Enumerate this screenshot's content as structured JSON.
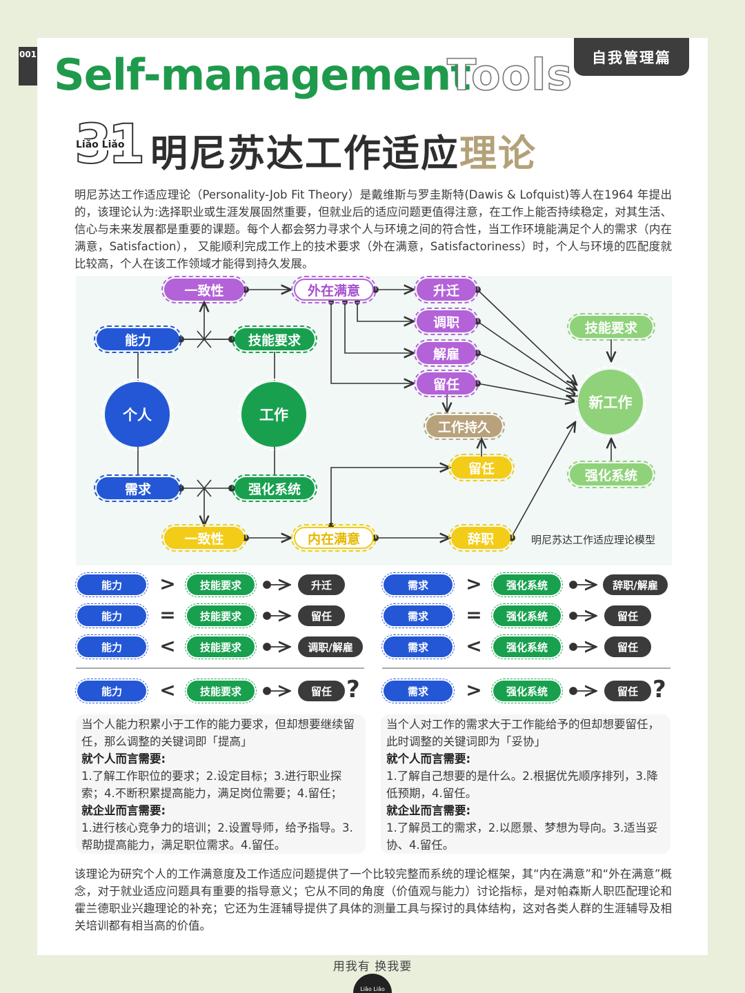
{
  "page_number": "001",
  "category": "自我管理篇",
  "title_main": "Self-management",
  "title_accent": "Tools",
  "number_big": "31",
  "brand": "Liǎo Liǎo",
  "heading_main": "明尼苏达工作适应",
  "heading_accent": "理论",
  "intro": "明尼苏达工作适应理论（Personality-Job Fit Theory）是戴维斯与罗圭斯特(Dawis & Lofquist)等人在1964 年提出的，该理论认为:选择职业或生涯发展固然重要，但就业后的适应问题更值得注意，在工作上能否持续稳定，对其生活、信心与未来发展都是重要的课题。每个人都会努力寻求个人与环境之间的符合性，当工作环境能满足个人的需求（内在满意，Satisfaction），  又能顺利完成工作上的技术要求（外在满意，Satisfactoriness）时，个人与环境的匹配度就比较高，个人在该工作领域才能得到持久发展。",
  "diagram": {
    "caption": "明尼苏达工作适应理论模型",
    "consistency_top": "一致性",
    "external_satisfaction": "外在满意",
    "promotion": "升迁",
    "transfer": "调职",
    "dismissal": "解雇",
    "retain_top": "留任",
    "ability": "能力",
    "skill_req": "技能要求",
    "person": "个人",
    "work": "工作",
    "need": "需求",
    "reinforce": "强化系统",
    "consistency_bottom": "一致性",
    "internal_satisfaction": "内在满意",
    "retain_bottom": "留任",
    "resign": "辞职",
    "job_tenure": "工作持久",
    "new_job": "新工作",
    "new_skill_req": "技能要求",
    "new_reinforce": "强化系统"
  },
  "rules_left": [
    {
      "a": "能力",
      "op": ">",
      "b": "技能要求",
      "result": "升迁"
    },
    {
      "a": "能力",
      "op": "=",
      "b": "技能要求",
      "result": "留任"
    },
    {
      "a": "能力",
      "op": "<",
      "b": "技能要求",
      "result": "调职/解雇"
    }
  ],
  "rules_right": [
    {
      "a": "需求",
      "op": ">",
      "b": "强化系统",
      "result": "辞职/解雇"
    },
    {
      "a": "需求",
      "op": "=",
      "b": "强化系统",
      "result": "留任"
    },
    {
      "a": "需求",
      "op": "<",
      "b": "强化系统",
      "result": "留任"
    }
  ],
  "question_left": {
    "a": "能力",
    "op": "<",
    "b": "技能要求",
    "result": "留任",
    "q": "?"
  },
  "question_right": {
    "a": "需求",
    "op": ">",
    "b": "强化系统",
    "result": "留任",
    "q": "?"
  },
  "note_left": {
    "intro": "当个人能力积累小于工作的能力要求，但却想要继续留任，那么调整的关键词即「提高」",
    "personal_head": "就个人而言需要:",
    "personal": "1.了解工作职位的要求；2.设定目标；3.进行职业探索；4.不断积累提高能力，满足岗位需要；4.留任；",
    "company_head": "就企业而言需要:",
    "company": "1.进行核心竞争力的培训；2.设置导师，给予指导。3.帮助提高能力，满足职位需求。4.留任。"
  },
  "note_right": {
    "intro": "当个人对工作的需求大于工作能给予的但却想要留任，此时调整的关键词即为「妥协」",
    "personal_head": "就个人而言需要:",
    "personal": "1.了解自己想要的是什么。2.根据优先顺序排列，3.降低预期，4.留任。",
    "company_head": "就企业而言需要:",
    "company": "1.了解员工的需求，2.以愿景、梦想为导向。3.适当妥协、4.留任。"
  },
  "conclusion": "该理论为研究个人的工作满意度及工作适应问题提供了一个比较完整而系统的理论框架，其“内在满意”和“外在满意”概念，对于就业适应问题具有重要的指导意义；它从不同的角度（价值观与能力）讨论指标，是对帕森斯人职匹配理论和霍兰德职业兴趣理论的补充；它还为生涯辅导提供了具体的测量工具与探讨的具体结构，这对各类人群的生涯辅导及相关培训都有相当高的价值。",
  "footer": "用我有  换我要",
  "footer_logo": "Liǎo Liǎo",
  "colors": {
    "green": "#18a04f",
    "blue": "#2457d6",
    "purple": "#b362d8",
    "yellow": "#f2cc17",
    "tan": "#b8a27b",
    "light_green": "#8fd27a"
  }
}
